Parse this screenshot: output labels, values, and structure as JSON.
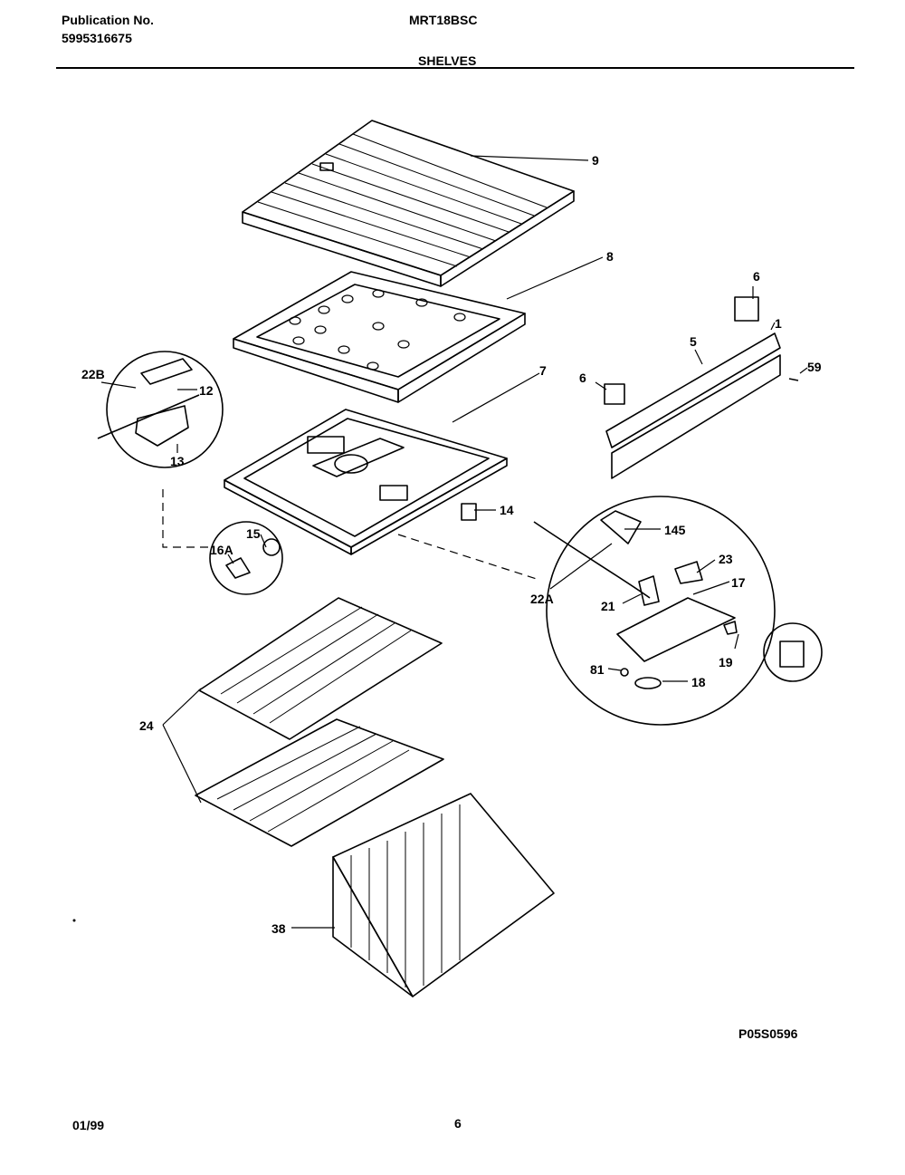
{
  "header": {
    "publication_label": "Publication No.",
    "publication_number": "5995316675",
    "model": "MRT18BSC",
    "section": "SHELVES"
  },
  "callouts": {
    "c1": "1",
    "c5": "5",
    "c6a": "6",
    "c6b": "6",
    "c7": "7",
    "c8": "8",
    "c9": "9",
    "c12": "12",
    "c13": "13",
    "c14": "14",
    "c15": "15",
    "c16a": "16A",
    "c17": "17",
    "c18": "18",
    "c19": "19",
    "c21": "21",
    "c22a": "22A",
    "c22b": "22B",
    "c23": "23",
    "c24": "24",
    "c38": "38",
    "c59": "59",
    "c81": "81",
    "c145": "145"
  },
  "footer": {
    "figure_code": "P05S0596",
    "date": "01/99",
    "page": "6"
  }
}
